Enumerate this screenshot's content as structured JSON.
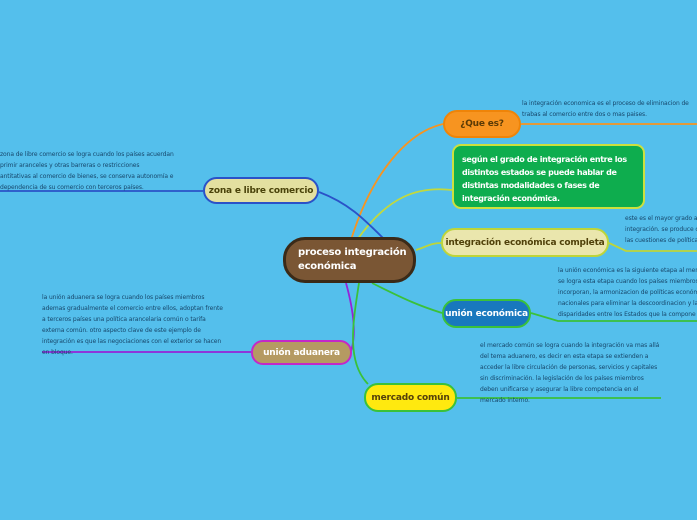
{
  "center": {
    "label": "proceso integración económica",
    "label_lines": [
      "proceso integración",
      "económica"
    ]
  },
  "topics": {
    "que_es": {
      "label": "¿Que es?",
      "note_lines": [
        "la integración economica es el proceso de eliminacion de",
        "trabas al comercio entre dos o mas paises."
      ]
    },
    "definicion": {
      "text": "según el grado de integración entre los distintos estados se puede hablar de distintas modalidades o fases de integración económica.",
      "text_lines": [
        "según el grado de integración entre los",
        "distintos estados se puede hablar de",
        "distintas modalidades o fases de",
        "integración económica."
      ]
    },
    "completa": {
      "label": "integración económica completa",
      "note_lines": [
        "este es el mayor grado al",
        "integración. se produce c",
        "las cuestiones de política"
      ]
    },
    "union_economica": {
      "label": "unión económica",
      "note_lines": [
        "la unión económica es la siguiente etapa al mer",
        "se logra esta etapa cuando los países miembros",
        "incorporan, la armonizacion de políticas económ",
        "nacionales para eliminar la descoordinacion y la",
        "disparidades entre los Estados que la compone"
      ]
    },
    "mercado_comun": {
      "label": "mercado común",
      "note_lines": [
        "el mercado común se logra cuando la integración va mas allá",
        "del tema aduanero, es decir en esta etapa se extienden a",
        "acceder la libre circulación de personas, servicios y capitales",
        "sin discriminación. la legislación de los países miembros",
        "deben unificarse y asegurar la libre competencia en el",
        "mercado interno."
      ]
    },
    "zona_libre": {
      "label": "zona e libre comercio",
      "note_lines": [
        "zona de libre comercio se logra cuando los países acuerdan",
        "primir aranceles y otras barreras o restricciones",
        "antitativas al comercio de bienes, se conserva autonomía e",
        "dependencia de su comercio con terceros países."
      ]
    },
    "union_aduanera": {
      "label": "unión aduanera",
      "note_lines": [
        "la unión aduanera se logra cuando los países miembros",
        "ademas gradualmente el comercio entre ellos, adoptan frente",
        "a terceros países una política arancelaria común o tarifa",
        "externa común. otro aspecto clave de este ejemplo de",
        "integración es que las negociaciones con el exterior se hacen",
        "en bloque."
      ]
    }
  },
  "colors": {
    "background": "#54bfec",
    "center_fill": "#7a5634",
    "center_border": "#3a2a18",
    "orange": "#f79420",
    "yellow_green": "#c3d93c",
    "blue": "#2a52c8",
    "green": "#3ac13a",
    "purple": "#9623d8",
    "magenta_border": "#c428c8",
    "green_box_fill": "#0ead4e",
    "khaki_fill": "#eae6ad",
    "blue_fill": "#1878be",
    "yellow_fill": "#ffe90f",
    "tan_fill": "#b59a62",
    "note_text": "#17476b"
  }
}
